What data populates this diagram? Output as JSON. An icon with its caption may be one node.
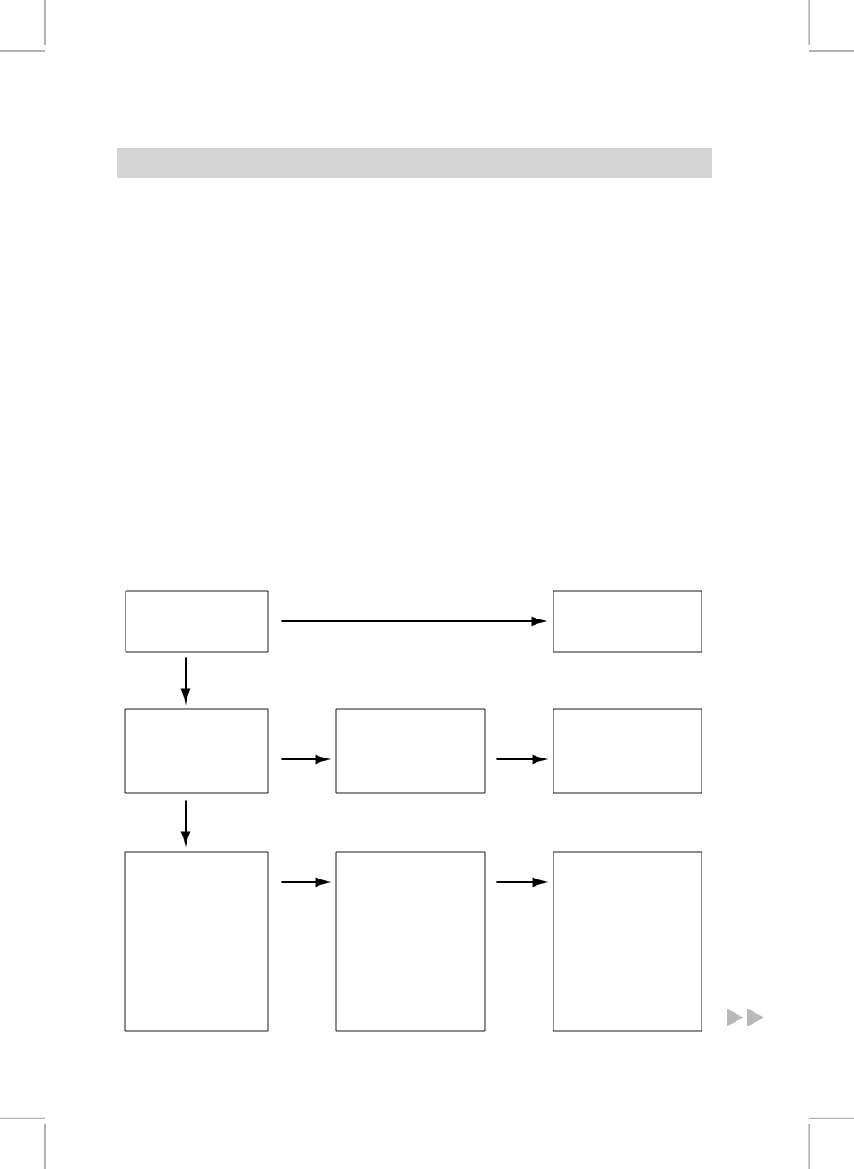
{
  "diagram": {
    "nodes": [
      {
        "text": [],
        "shape": "box"
      },
      {
        "text": [],
        "shape": "box"
      },
      {
        "text": [],
        "shape": "box"
      },
      {
        "text": [],
        "shape": "box"
      },
      {
        "text": [],
        "shape": "box"
      },
      {
        "text": [],
        "shape": "box"
      },
      {
        "text": [],
        "shape": "box"
      },
      {
        "text": [],
        "shape": "box"
      }
    ],
    "edges": [
      {
        "from": 0,
        "to": 1,
        "arrow": "to"
      },
      {
        "from": 0,
        "to": 2,
        "arrow": "to"
      },
      {
        "from": 2,
        "to": 3,
        "arrow": "to"
      },
      {
        "from": 3,
        "to": 4,
        "arrow": "to"
      },
      {
        "from": 2,
        "to": 5,
        "arrow": "to"
      },
      {
        "from": 5,
        "to": 6,
        "arrow": "to"
      },
      {
        "from": 6,
        "to": 7,
        "arrow": "to"
      }
    ]
  }
}
